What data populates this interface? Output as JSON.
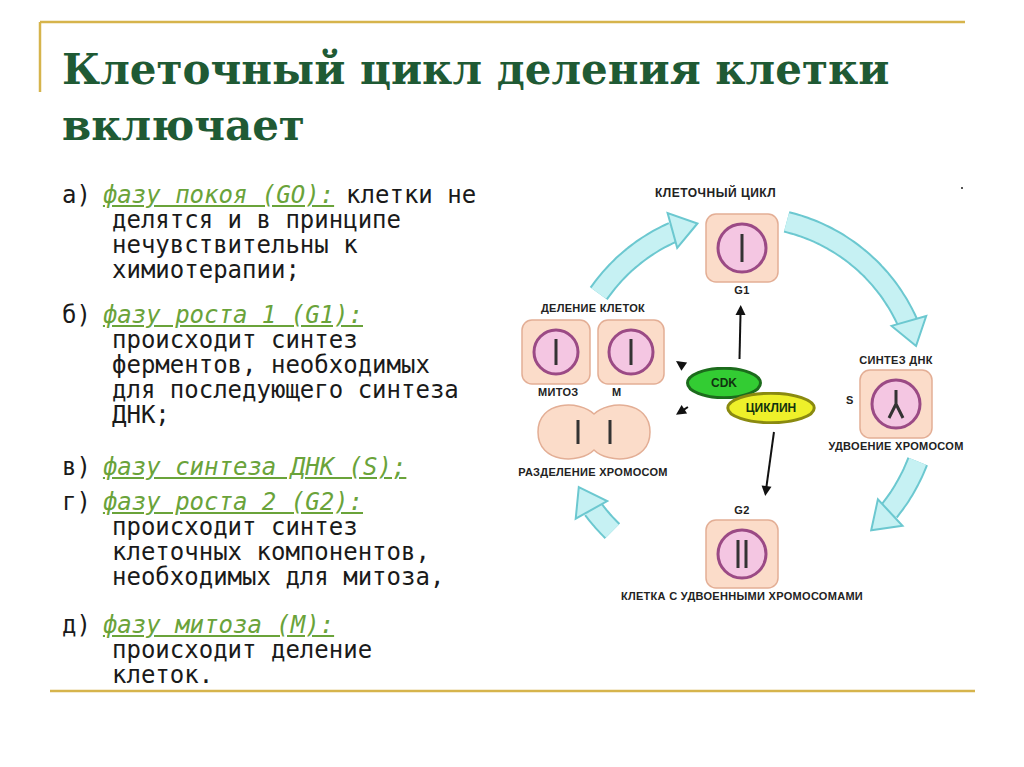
{
  "diagram": {
    "title": "Клеточный цикл деления клетки включает",
    "nodes": [
      {
        "text": [
          "G1"
        ]
      },
      {
        "text": [
          "ДЕЛЕНИЕ КЛЕТОК",
          "МИТОЗ",
          "M",
          "РАЗДЕЛЕНИЕ ХРОМОСОМ"
        ]
      },
      {
        "text": [
          "CDK"
        ]
      },
      {
        "text": [
          "ЦИКЛИН"
        ]
      },
      {
        "text": [
          "СИНТЕЗ ДНК",
          "S",
          "УДВОЕНИЕ ХРОМОСОМ"
        ]
      },
      {
        "text": [
          "G2",
          "КЛЕТКА С УДВОЕННЫМИ ХРОМОСОМАМИ"
        ]
      }
    ],
    "edges": [
      {
        "from": 0,
        "to": 4,
        "arrow": "to"
      },
      {
        "from": 4,
        "to": 5,
        "arrow": "to"
      },
      {
        "from": 5,
        "to": 1,
        "arrow": "to"
      },
      {
        "from": 1,
        "to": 0,
        "arrow": "to"
      },
      {
        "from": 2,
        "to": 1,
        "arrow": "to"
      },
      {
        "from": 2,
        "to": 0,
        "arrow": "to"
      },
      {
        "from": 3,
        "to": 5,
        "arrow": "to"
      },
      {
        "from": 2,
        "to": 1,
        "arrow": "to"
      }
    ],
    "labels": [
      "а)",
      "фазу покоя (GO):",
      "клетки не делятся и в принципе нечувствительны к химиотерапии;",
      "б)",
      "фазу роста 1 (G1):",
      "происходит синтез ферментов, необходимых для последующего синтеза ДНК;",
      "в)",
      "фазу синтеза ДНК (S);",
      "г)",
      "фазу роста 2 (G2):",
      "происходит синтез клеточных компонентов, необходимых для митоза,",
      "д)",
      "фазу митоза (M):",
      "происходит деление клеток.",
      "КЛЕТОЧНЫЙ ЦИКЛ"
    ]
  }
}
